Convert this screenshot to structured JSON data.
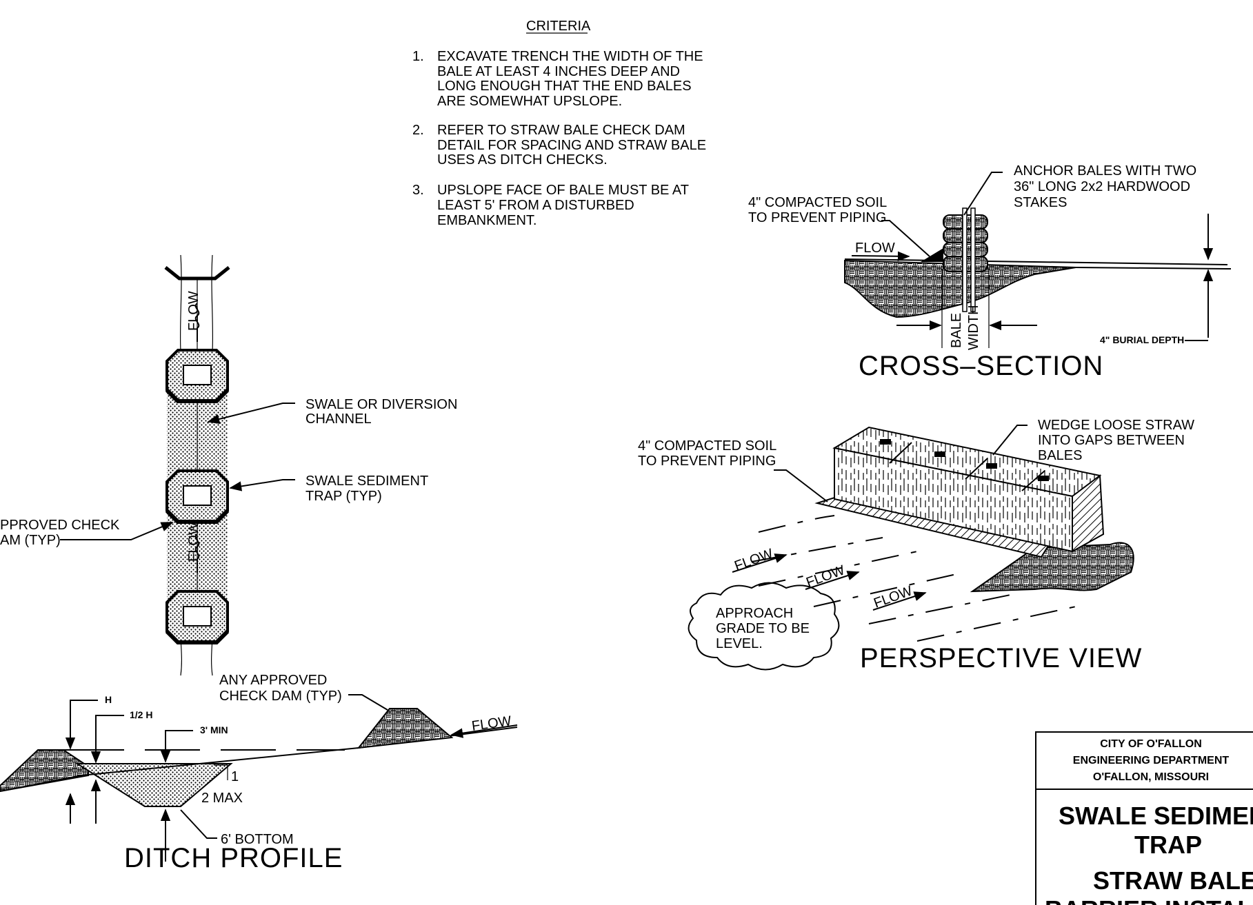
{
  "criteria": {
    "title": "CRITERIA",
    "items": [
      {
        "num": "1.",
        "lines": [
          "EXCAVATE TRENCH THE WIDTH OF THE",
          "BALE AT LEAST 4 INCHES DEEP AND",
          "LONG ENOUGH THAT THE END BALES",
          "ARE SOMEWHAT UPSLOPE."
        ]
      },
      {
        "num": "2.",
        "lines": [
          "REFER TO STRAW BALE CHECK DAM",
          "DETAIL FOR SPACING AND STRAW BALE",
          "USES AS DITCH CHECKS."
        ]
      },
      {
        "num": "3.",
        "lines": [
          "UPSLOPE FACE OF BALE MUST BE AT",
          "LEAST 5' FROM A DISTURBED",
          "EMBANKMENT."
        ]
      }
    ]
  },
  "plan": {
    "flow_top": "FLOW",
    "flow_mid": "FLOW",
    "swale_label": [
      "SWALE OR DIVERSION",
      "CHANNEL"
    ],
    "trap_label": [
      "SWALE SEDIMENT",
      "TRAP (TYP)"
    ],
    "check_dam_label": [
      "PPROVED CHECK",
      "AM (TYP)"
    ]
  },
  "ditch_profile": {
    "title": "DITCH PROFILE",
    "h": "H",
    "half_h": "1/2 H",
    "min": "3' MIN",
    "check_dam": [
      "ANY APPROVED",
      "CHECK DAM (TYP)"
    ],
    "flow": "FLOW",
    "slope_1": "1",
    "slope_2": "2 MAX",
    "bottom": "6' BOTTOM"
  },
  "cross_section": {
    "title": "CROSS–SECTION",
    "anchor": [
      "ANCHOR BALES WITH TWO",
      "36\" LONG 2x2 HARDWOOD",
      "STAKES"
    ],
    "soil": [
      "4\" COMPACTED SOIL",
      "TO PREVENT PIPING"
    ],
    "flow": "FLOW",
    "bale_width": [
      "BALE",
      "WIDTH"
    ],
    "burial": "4\" BURIAL DEPTH"
  },
  "perspective": {
    "title": "PERSPECTIVE VIEW",
    "wedge": [
      "WEDGE LOOSE STRAW",
      "INTO GAPS BETWEEN",
      "BALES"
    ],
    "soil": [
      "4\" COMPACTED SOIL",
      "TO PREVENT PIPING"
    ],
    "flow1": "FLOW",
    "flow2": "FLOW",
    "flow3": "FLOW",
    "approach": [
      "APPROACH",
      "GRADE TO BE",
      "LEVEL."
    ]
  },
  "title_block": {
    "org_1": "CITY OF O'FALLON",
    "org_2": "ENGINEERING DEPARTMENT",
    "org_3": "O'FALLON, MISSOURI",
    "title_1": "SWALE SEDIMEN",
    "title_2": "TRAP",
    "title_3": "STRAW BALE",
    "title_4": "BARRIER INSTALLAT"
  }
}
